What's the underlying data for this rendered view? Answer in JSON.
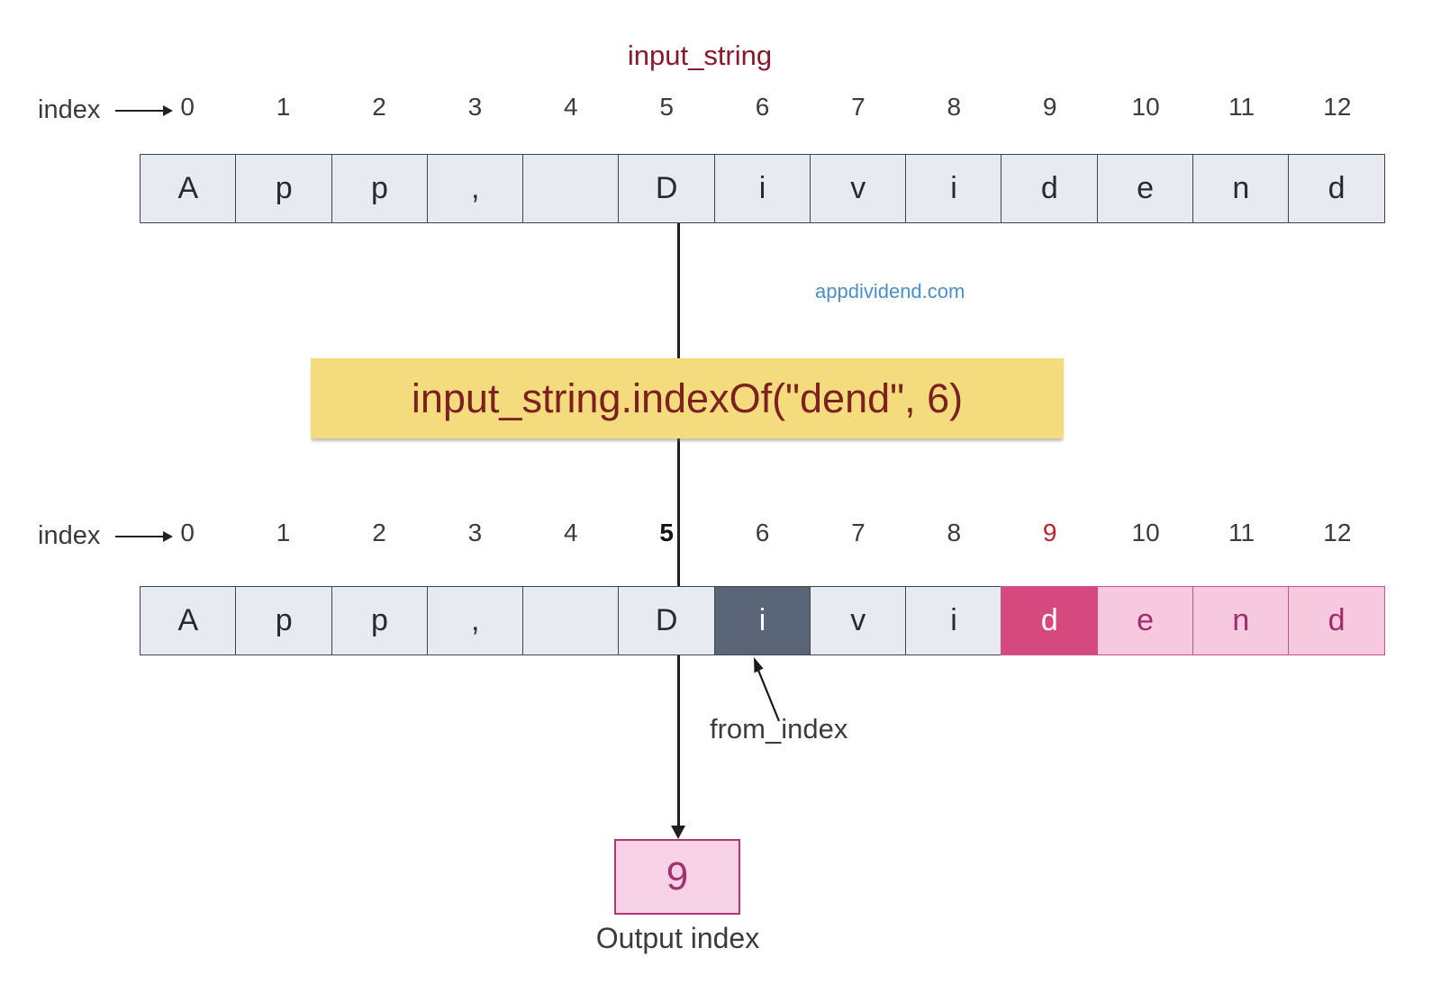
{
  "title": "input_string",
  "watermark": "appdividend.com",
  "code_expression": "input_string.indexOf(\"dend\", 6)",
  "index_row_label": "index",
  "from_index_label": "from_index",
  "top_array": {
    "indices": [
      "0",
      "1",
      "2",
      "3",
      "4",
      "5",
      "6",
      "7",
      "8",
      "9",
      "10",
      "11",
      "12"
    ],
    "cells": [
      "A",
      "p",
      "p",
      ",",
      "",
      "D",
      "i",
      "v",
      "i",
      "d",
      "e",
      "n",
      "d"
    ]
  },
  "bottom_array": {
    "indices": [
      "0",
      "1",
      "2",
      "3",
      "4",
      "5",
      "6",
      "7",
      "8",
      "9",
      "10",
      "11",
      "12"
    ],
    "cells": [
      "A",
      "p",
      "p",
      ",",
      "",
      "D",
      "i",
      "v",
      "i",
      "d",
      "e",
      "n",
      "d"
    ],
    "from_index": 6,
    "match_start_index": 9,
    "match_indices": [
      9,
      10,
      11,
      12
    ],
    "emphasized_index": 5,
    "red_index": 9
  },
  "output": {
    "value": "9",
    "label": "Output index"
  },
  "colors": {
    "title_red": "#8a1a29",
    "code_text": "#7c2020",
    "code_bg": "#f4dc7e",
    "watermark_blue": "#4a8fc9",
    "cell_bg": "#e8eaf1",
    "cell_border": "#40444d",
    "cell_text": "#262b33",
    "from_cell_bg": "#5a6578",
    "match_start_bg": "#d6497f",
    "match_rest_bg": "#f6c9de",
    "match_text": "#a12d68",
    "pink_border": "#c4538e",
    "index_text": "#3b3b3b",
    "index_red": "#c02028",
    "line_color": "#1f1f1f",
    "output_bg": "#f7d2e6",
    "output_border": "#ad3a71",
    "output_text": "#a3306f",
    "label_text": "#3d3d3d"
  }
}
